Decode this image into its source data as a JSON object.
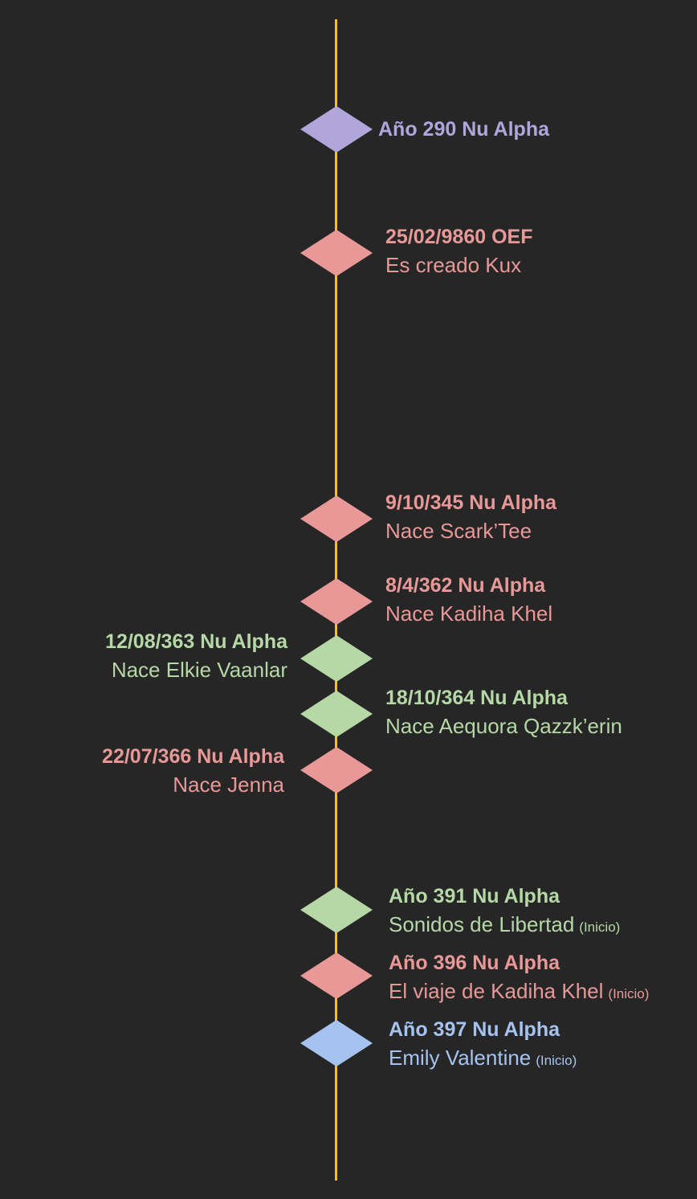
{
  "colors": {
    "background": "#262626",
    "axis": "#f1c40f",
    "purple": "#b0a6dc",
    "red": "#e99898",
    "green": "#b6d8a6",
    "blue": "#a6c3ef"
  },
  "events": [
    {
      "date": "Año 290 Nu Alpha",
      "desc": "",
      "note": "",
      "color": "purple",
      "side": "right"
    },
    {
      "date": "25/02/9860 OEF",
      "desc": "Es creado Kux",
      "note": "",
      "color": "red",
      "side": "right"
    },
    {
      "date": "9/10/345 Nu Alpha",
      "desc": "Nace Scark’Tee",
      "note": "",
      "color": "red",
      "side": "right"
    },
    {
      "date": "8/4/362 Nu Alpha",
      "desc": "Nace Kadiha Khel",
      "note": "",
      "color": "red",
      "side": "right"
    },
    {
      "date": "12/08/363 Nu Alpha",
      "desc": "Nace Elkie Vaanlar",
      "note": "",
      "color": "green",
      "side": "left"
    },
    {
      "date": "18/10/364 Nu Alpha",
      "desc": "Nace Aequora Qazzk’erin",
      "note": "",
      "color": "green",
      "side": "right"
    },
    {
      "date": "22/07/366 Nu Alpha",
      "desc": "Nace Jenna",
      "note": "",
      "color": "red",
      "side": "left"
    },
    {
      "date": "Año 391 Nu Alpha",
      "desc": "Sonidos de Libertad",
      "note": "(Inicio)",
      "color": "green",
      "side": "right"
    },
    {
      "date": "Año 396 Nu Alpha",
      "desc": "El viaje de Kadiha Khel",
      "note": "(Inicio)",
      "color": "red",
      "side": "right"
    },
    {
      "date": "Año 397 Nu Alpha",
      "desc": "Emily Valentine",
      "note": "(Inicio)",
      "color": "blue",
      "side": "right"
    }
  ]
}
